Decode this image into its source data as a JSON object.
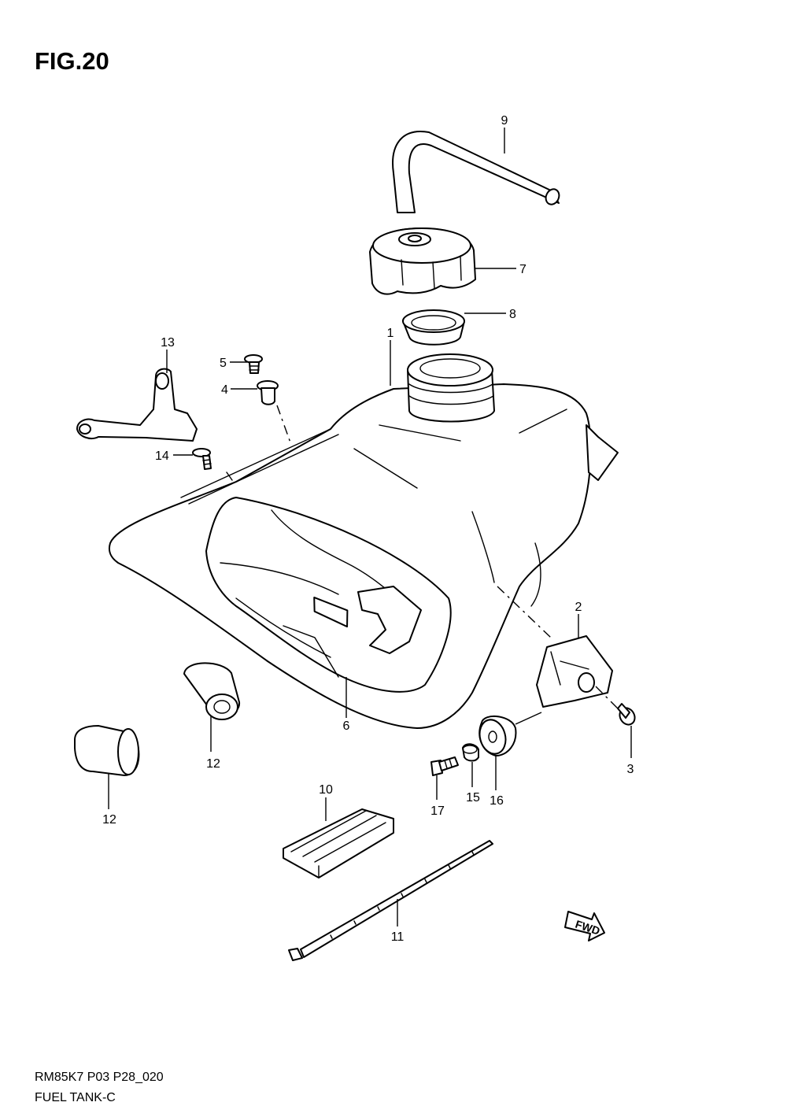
{
  "figure": {
    "title": "FIG.20",
    "code": "RM85K7 P03 P28_020",
    "name": "FUEL TANK-C"
  },
  "callouts": [
    {
      "id": "c1",
      "label": "1"
    },
    {
      "id": "c2",
      "label": "2"
    },
    {
      "id": "c3",
      "label": "3"
    },
    {
      "id": "c4",
      "label": "4"
    },
    {
      "id": "c5",
      "label": "5"
    },
    {
      "id": "c6",
      "label": "6"
    },
    {
      "id": "c7",
      "label": "7"
    },
    {
      "id": "c8",
      "label": "8"
    },
    {
      "id": "c9",
      "label": "9"
    },
    {
      "id": "c10",
      "label": "10"
    },
    {
      "id": "c11",
      "label": "11"
    },
    {
      "id": "c12a",
      "label": "12"
    },
    {
      "id": "c12b",
      "label": "12"
    },
    {
      "id": "c13",
      "label": "13"
    },
    {
      "id": "c14",
      "label": "14"
    },
    {
      "id": "c15",
      "label": "15"
    },
    {
      "id": "c16",
      "label": "16"
    },
    {
      "id": "c17",
      "label": "17"
    }
  ],
  "fwd_marker": {
    "label": "FWD"
  },
  "colors": {
    "line": "#000000",
    "background": "#ffffff"
  }
}
